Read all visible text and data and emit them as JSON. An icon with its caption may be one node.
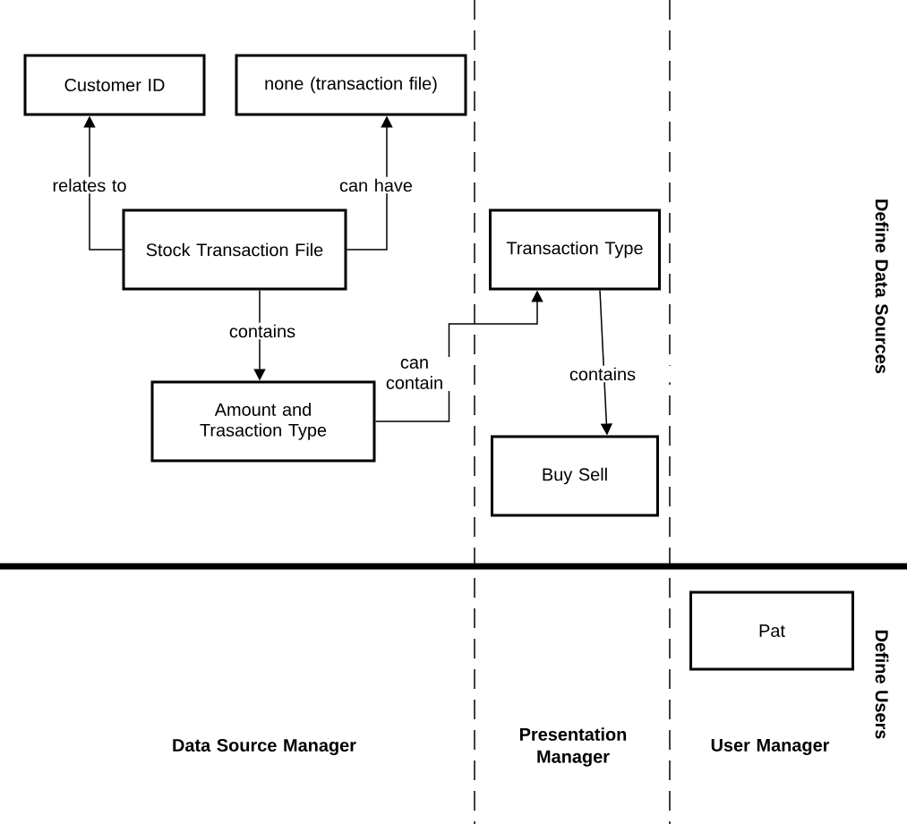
{
  "diagram": {
    "nodes": [
      {
        "text": [
          "Customer ID"
        ]
      },
      {
        "text": [
          "none (transaction file)"
        ]
      },
      {
        "text": [
          "Stock Transaction File"
        ]
      },
      {
        "text": [
          "Amount and Trasaction Type"
        ]
      },
      {
        "text": [
          "Transaction Type"
        ]
      },
      {
        "text": [
          "Buy Sell"
        ]
      },
      {
        "text": [
          "Pat"
        ]
      }
    ],
    "edges": [
      {
        "from": 2,
        "to": 0,
        "arrow": "to",
        "label": "relates to"
      },
      {
        "from": 2,
        "to": 1,
        "arrow": "to",
        "label": "can have"
      },
      {
        "from": 2,
        "to": 3,
        "arrow": "to",
        "label": "contains"
      },
      {
        "from": 3,
        "to": 4,
        "arrow": "to",
        "label": "can contain"
      },
      {
        "from": 4,
        "to": 5,
        "arrow": "to",
        "label": "contains"
      }
    ],
    "labels": [
      "Define Data Sources",
      "Define Users",
      "Data Source Manager",
      "Presentation Manager",
      "User Manager"
    ]
  }
}
